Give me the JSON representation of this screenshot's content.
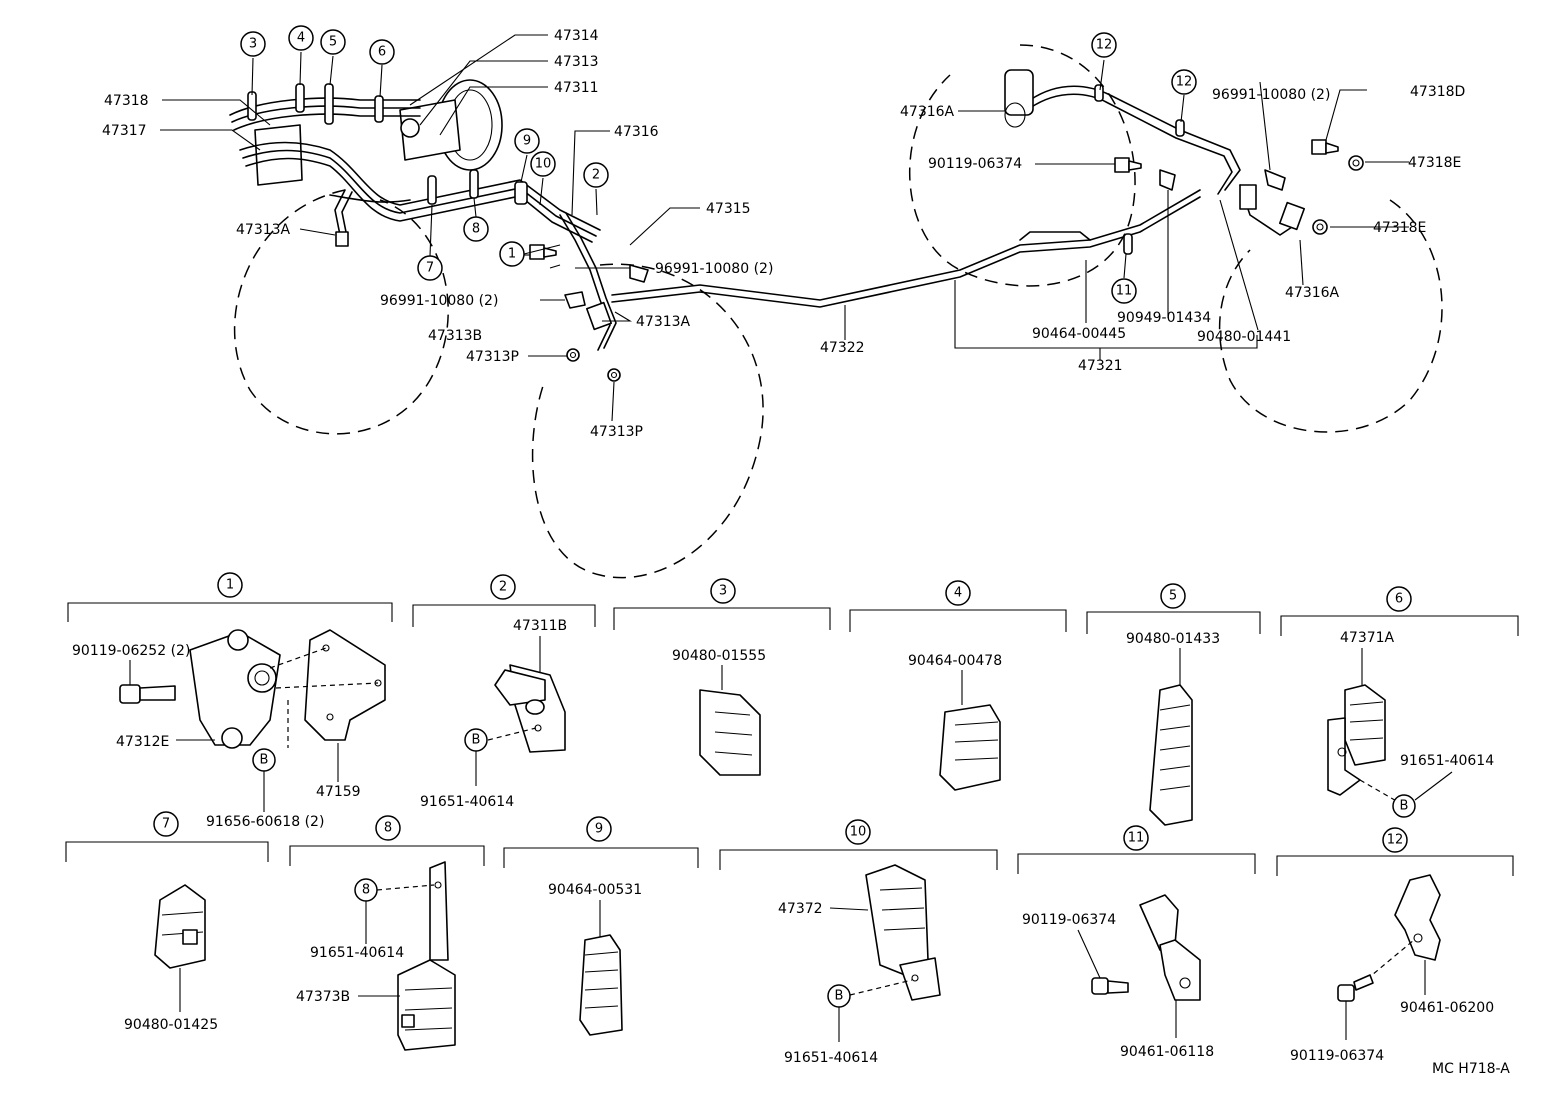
{
  "diagram": {
    "code": "MC H718-A",
    "main_labels": {
      "p47314": "47314",
      "p47313": "47313",
      "p47311": "47311",
      "p47318": "47318",
      "p47317": "47317",
      "p47316": "47316",
      "p47315": "47315",
      "p47313A_left": "47313A",
      "p47313A_mid": "47313A",
      "p96991_a": "96991-10080 (2)",
      "p96991_b": "96991-10080 (2)",
      "p96991_c": "96991-10080 (2)",
      "p47313B": "47313B",
      "p47313P_a": "47313P",
      "p47313P_b": "47313P",
      "p47322": "47322",
      "p47321": "47321",
      "p90464_00445": "90464-00445",
      "p90949_01434": "90949-01434",
      "p90480_01441": "90480-01441",
      "p47316A_top": "47316A",
      "p47316A_right": "47316A",
      "p90119_06374_top": "90119-06374",
      "p47318D": "47318D",
      "p47318E_a": "47318E",
      "p47318E_b": "47318E"
    },
    "callouts": [
      "1",
      "2",
      "3",
      "4",
      "5",
      "6",
      "7",
      "8",
      "9",
      "10",
      "11",
      "12",
      "12"
    ],
    "detail_panels": [
      {
        "num": "1",
        "labels": [
          "90119-06252 (2)",
          "47312E",
          "47159",
          "91656-60618 (2)"
        ],
        "badge": "B"
      },
      {
        "num": "2",
        "labels": [
          "47311B",
          "91651-40614"
        ],
        "badge": "B"
      },
      {
        "num": "3",
        "labels": [
          "90480-01555"
        ]
      },
      {
        "num": "4",
        "labels": [
          "90464-00478"
        ]
      },
      {
        "num": "5",
        "labels": [
          "90480-01433"
        ]
      },
      {
        "num": "6",
        "labels": [
          "47371A",
          "91651-40614"
        ],
        "badge": "B"
      },
      {
        "num": "7",
        "labels": [
          "90480-01425"
        ]
      },
      {
        "num": "8",
        "labels": [
          "91651-40614",
          "47373B"
        ],
        "badge": "8"
      },
      {
        "num": "9",
        "labels": [
          "90464-00531"
        ]
      },
      {
        "num": "10",
        "labels": [
          "47372",
          "91651-40614"
        ],
        "badge": "B"
      },
      {
        "num": "11",
        "labels": [
          "90119-06374",
          "90461-06118"
        ]
      },
      {
        "num": "12",
        "labels": [
          "90461-06200",
          "90119-06374"
        ]
      }
    ]
  }
}
